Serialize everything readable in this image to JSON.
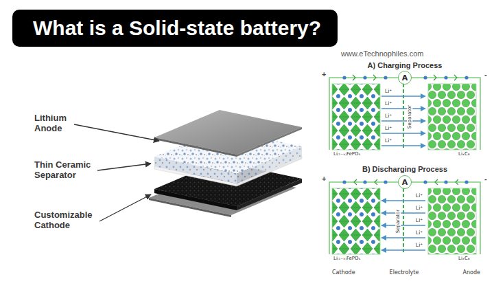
{
  "diagram": {
    "title": "What is a Solid-state battery?",
    "nodes": [
      {
        "text": [
          "A"
        ]
      },
      {
        "text": [
          "A"
        ]
      }
    ],
    "labels": [
      "www.eTechnophiles.com",
      "Lithium Anode",
      "Thin Ceramic Separator",
      "Customizable Cathode",
      "A) Charging Process",
      "+",
      "-",
      "Li⁺",
      "Li⁺",
      "Li⁺",
      "Li⁺",
      "Li⁺",
      "Separator",
      "Li₍₁₋ₓ₎FePO₄",
      "LiₓC₆",
      "B) Discharging Process",
      "+",
      "-",
      "Li⁺",
      "Li⁺",
      "Li⁺",
      "Li⁺",
      "Li⁺",
      "Separator",
      "Li₍₁₋ₓ₎FePO₄",
      "LiₓC₆",
      "Cathode",
      "Electrolyte",
      "Anode"
    ]
  }
}
